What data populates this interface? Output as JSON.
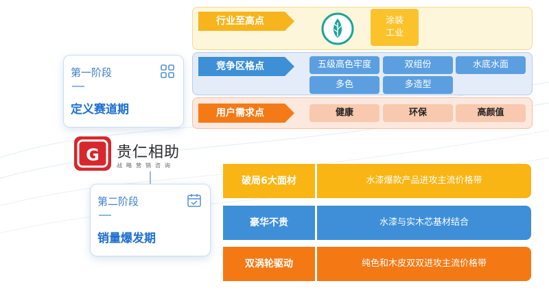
{
  "colors": {
    "yellow": "#f9b514",
    "blue": "#3e8fd8",
    "orange": "#f47914",
    "stage_text": "#1f6fd1"
  },
  "stage1": {
    "label": "第一阶段",
    "title": "定义赛道期",
    "icon": "grid-icon"
  },
  "stage2": {
    "label": "第二阶段",
    "title": "销量爆发期",
    "icon": "calendar-check-icon"
  },
  "logo": {
    "mark": "G",
    "name": "贵仁相助",
    "subtitle": "战略营销咨询"
  },
  "rows": {
    "industry": {
      "tag": "行业至高点",
      "coat_line1": "涂装",
      "coat_line2": "工业"
    },
    "competition": {
      "tag": "竞争区格点",
      "chips": [
        "五级高色牢度",
        "双组份",
        "水底水面",
        "多色",
        "多造型"
      ]
    },
    "user": {
      "tag": "用户需求点",
      "chips": [
        "健康",
        "环保",
        "高颜值"
      ]
    }
  },
  "breakthroughs": [
    {
      "label": "破局6大面材",
      "detail": "水漆爆款产品进攻主流价格带"
    },
    {
      "label": "豪华不贵",
      "detail": "水漆与实木芯基材结合"
    },
    {
      "label": "双涡轮驱动",
      "detail": "纯色和木皮双双进攻主流价格带"
    }
  ]
}
